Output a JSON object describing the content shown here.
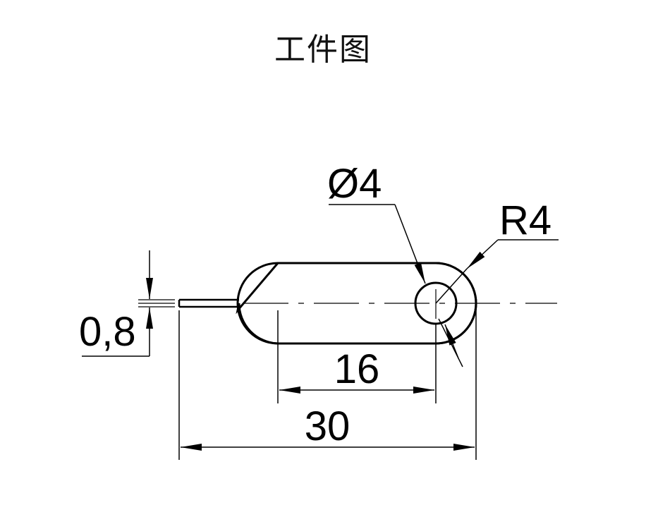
{
  "title": "工件图",
  "dimensions": {
    "diameter": "Ø4",
    "radius": "R4",
    "thickness": "0,8",
    "hole_distance": "16",
    "overall_length": "30"
  },
  "colors": {
    "line": "#000000",
    "background": "#ffffff"
  }
}
